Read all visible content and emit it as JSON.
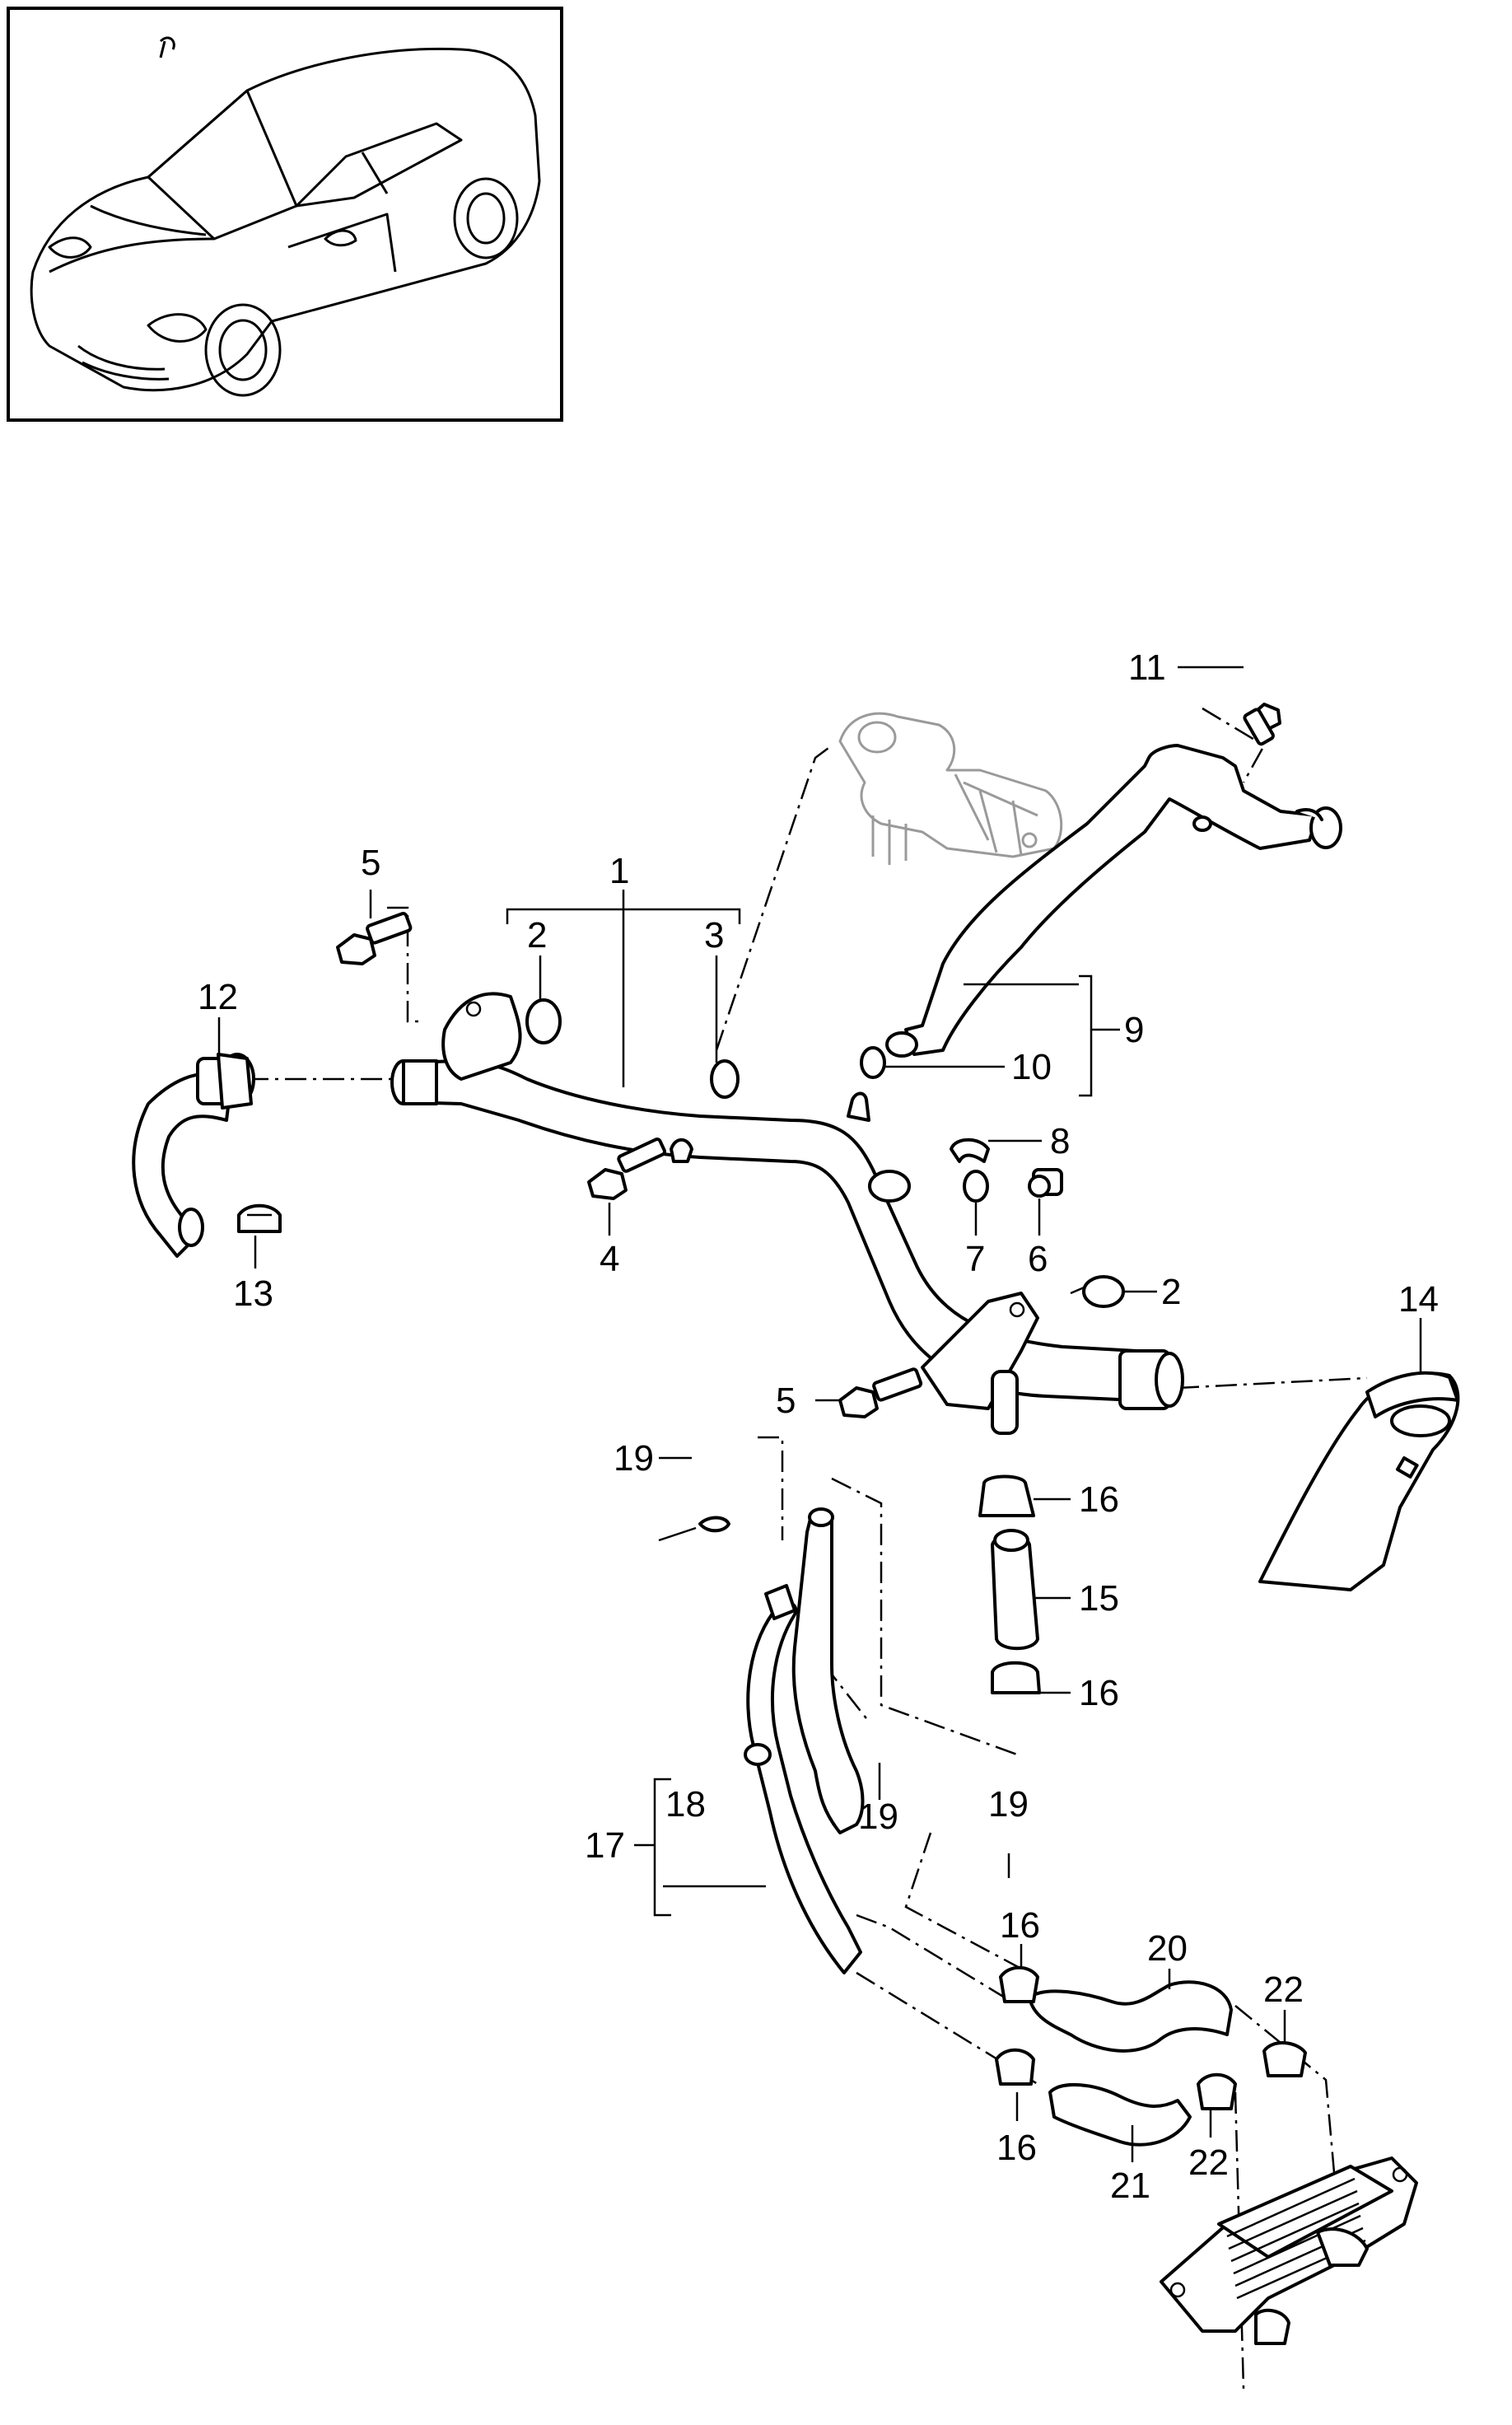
{
  "inset": {
    "icon": "vehicle-thumbnail-icon"
  },
  "callouts": [
    {
      "id": "c1",
      "text": "1"
    },
    {
      "id": "c2a",
      "text": "2"
    },
    {
      "id": "c2b",
      "text": "2"
    },
    {
      "id": "c3",
      "text": "3"
    },
    {
      "id": "c4",
      "text": "4"
    },
    {
      "id": "c5a",
      "text": "5"
    },
    {
      "id": "c5b",
      "text": "5"
    },
    {
      "id": "c6",
      "text": "6"
    },
    {
      "id": "c7",
      "text": "7"
    },
    {
      "id": "c8",
      "text": "8"
    },
    {
      "id": "c9",
      "text": "9"
    },
    {
      "id": "c10",
      "text": "10"
    },
    {
      "id": "c11",
      "text": "11"
    },
    {
      "id": "c12",
      "text": "12"
    },
    {
      "id": "c13",
      "text": "13"
    },
    {
      "id": "c14",
      "text": "14"
    },
    {
      "id": "c15",
      "text": "15"
    },
    {
      "id": "c16a",
      "text": "16"
    },
    {
      "id": "c16b",
      "text": "16"
    },
    {
      "id": "c16c",
      "text": "16"
    },
    {
      "id": "c16d",
      "text": "16"
    },
    {
      "id": "c17",
      "text": "17"
    },
    {
      "id": "c18",
      "text": "18"
    },
    {
      "id": "c19a",
      "text": "19"
    },
    {
      "id": "c19b",
      "text": "19"
    },
    {
      "id": "c19c",
      "text": "19"
    },
    {
      "id": "c20",
      "text": "20"
    },
    {
      "id": "c21",
      "text": "21"
    },
    {
      "id": "c22a",
      "text": "22"
    },
    {
      "id": "c22b",
      "text": "22"
    }
  ]
}
